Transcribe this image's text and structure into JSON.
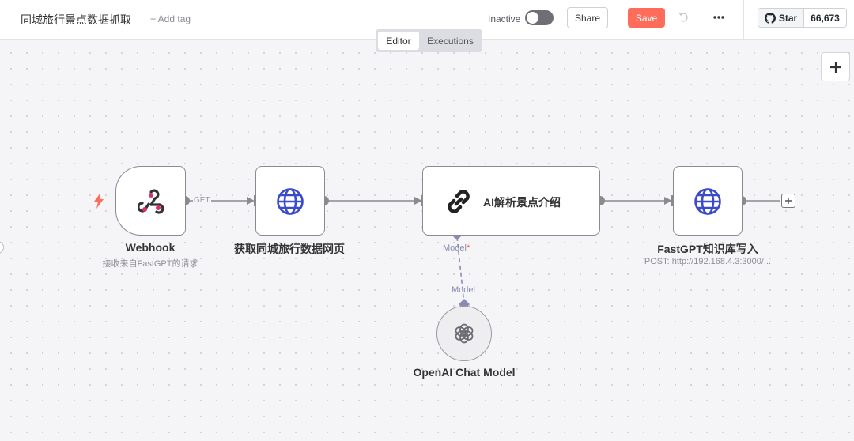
{
  "header": {
    "workflow_title": "同城旅行景点数据抓取",
    "add_tag": "+ Add tag",
    "active_label": "Inactive",
    "share_label": "Share",
    "save_label": "Save",
    "github_star_label": "Star",
    "github_star_count": "66,673"
  },
  "tabs": [
    {
      "label": "Editor",
      "active": true
    },
    {
      "label": "Executions",
      "active": false
    }
  ],
  "nodes": {
    "webhook": {
      "title": "Webhook",
      "subtitle": "接收来自FastGPT的请求",
      "icon": "webhook-icon"
    },
    "http_fetch": {
      "title": "获取同城旅行数据网页",
      "icon": "globe-icon"
    },
    "ai_agent": {
      "title": "AI解析景点介绍",
      "icon": "chain-link-icon",
      "model_connector_label": "Model"
    },
    "fastgpt_write": {
      "title": "FastGPT知识库写入",
      "subtitle": "POST: http://192.168.4.3:3000/...",
      "icon": "globe-icon"
    },
    "openai_model": {
      "title": "OpenAI Chat Model",
      "icon": "openai-icon",
      "connector_label": "Model"
    }
  },
  "edges": {
    "webhook_to_http_label": "GET"
  },
  "colors": {
    "save": "#ff6d5a",
    "accent_blue": "#3b4cca",
    "webhook_pink": "#d6336c",
    "trigger_bolt": "#ff6d5a",
    "model_connector": "#8a8ab5"
  }
}
